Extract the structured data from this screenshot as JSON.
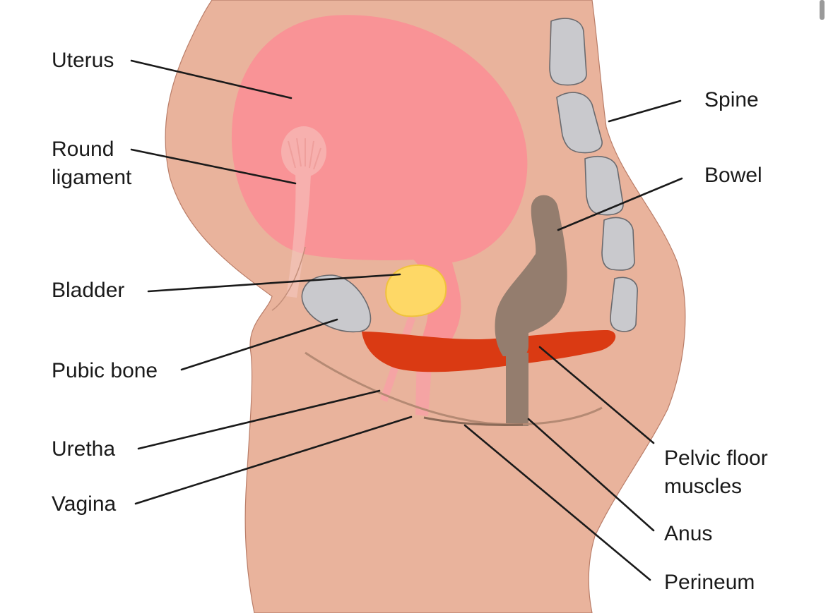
{
  "labels": {
    "uterus": "Uterus",
    "round_ligament_line1": "Round",
    "round_ligament_line2": "ligament",
    "bladder": "Bladder",
    "pubic_bone": "Pubic bone",
    "uretha": "Uretha",
    "vagina": "Vagina",
    "spine": "Spine",
    "bowel": "Bowel",
    "pelvic_floor_line1": "Pelvic floor",
    "pelvic_floor_line2": "muscles",
    "anus": "Anus",
    "perineum": "Perineum"
  },
  "colors": {
    "skin": "#e9b39c",
    "skin_outline": "#b97d68",
    "uterus": "#f99396",
    "bladder": "#fed866",
    "bone": "#c9c9cd",
    "bowel": "#947d6e",
    "pelvic_floor": "#da3a13",
    "vagina": "#f5a4a4",
    "leader": "#1a1a1a"
  }
}
